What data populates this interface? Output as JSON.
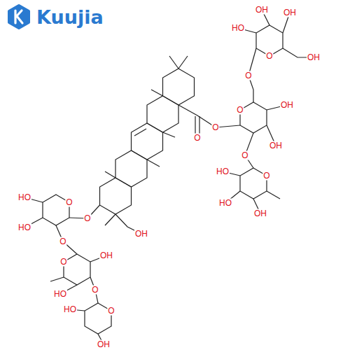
{
  "diagram": {
    "labels": [
      "Kuujia",
      "OH",
      "OH",
      "HO",
      "O",
      "OH",
      "O",
      "O",
      "OH",
      "OH",
      "O",
      "O",
      "O",
      "O",
      "HO",
      "HO",
      "OH",
      "O",
      "OH",
      "O",
      "HO",
      "HO",
      "O",
      "O",
      "OH",
      "HO",
      "O",
      "O",
      "HO",
      "OH"
    ]
  }
}
